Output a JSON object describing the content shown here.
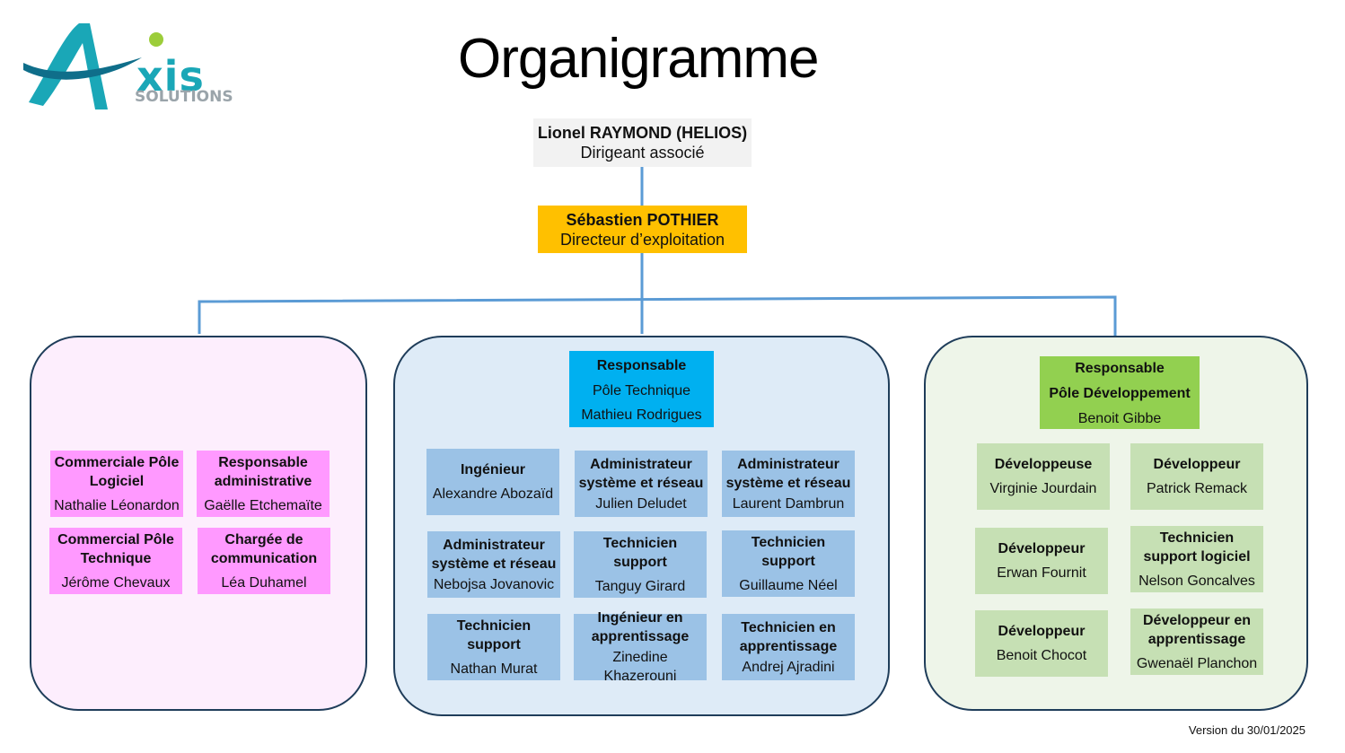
{
  "title": "Organigramme",
  "logo": {
    "name": "xis",
    "sub": "SOLUTIONS"
  },
  "version": "Version du 30/01/2025",
  "colors": {
    "connector": "#5b9bd5",
    "director_box": "#f2f2f2",
    "manager_box": "#ffc000",
    "tech_head": "#00b0f0",
    "dev_head": "#92d050",
    "pink_box": "#ff99ff",
    "blue_box": "#9bc2e6",
    "green_box": "#c6e0b4",
    "panel_left": "#fdeefd",
    "panel_center": "#deebf7",
    "panel_right": "#eef5e9"
  },
  "top": {
    "name": "Lionel RAYMOND (HELIOS)",
    "role": "Dirigeant associé"
  },
  "manager": {
    "name": "Sébastien POTHIER",
    "role": "Directeur d’exploitation"
  },
  "admin": {
    "members": [
      {
        "role": "Commerciale Pôle Logiciel",
        "name": "Nathalie Léonardon"
      },
      {
        "role": "Responsable administrative",
        "name": "Gaëlle Etchemaïte"
      },
      {
        "role": "Commercial Pôle Technique",
        "name": "Jérôme Chevaux"
      },
      {
        "role": "Chargée de communication",
        "name": "Léa Duhamel"
      }
    ]
  },
  "tech": {
    "head": {
      "role1": "Responsable",
      "role2": "Pôle Technique",
      "name": "Mathieu Rodrigues"
    },
    "members": [
      {
        "role": "Ingénieur",
        "name": "Alexandre Abozaïd"
      },
      {
        "role": "Administrateur système et réseau",
        "name": "Julien Deludet"
      },
      {
        "role": "Administrateur système et réseau",
        "name": "Laurent Dambrun"
      },
      {
        "role": "Administrateur système et réseau",
        "name": "Nebojsa Jovanovic"
      },
      {
        "role": "Technicien support",
        "name": "Tanguy Girard"
      },
      {
        "role": "Technicien support",
        "name": "Guillaume Néel"
      },
      {
        "role": "Technicien support",
        "name": "Nathan Murat"
      },
      {
        "role": "Ingénieur en apprentissage",
        "name": "Zinedine Khazerouni"
      },
      {
        "role": "Technicien en apprentissage",
        "name": "Andrej Ajradini"
      }
    ]
  },
  "dev": {
    "head": {
      "role1": "Responsable",
      "role2": "Pôle Développement",
      "name": "Benoit Gibbe"
    },
    "members": [
      {
        "role": "Développeuse",
        "name": "Virginie Jourdain"
      },
      {
        "role": "Développeur",
        "name": "Patrick Remack"
      },
      {
        "role": "Développeur",
        "name": "Erwan Fournit"
      },
      {
        "role": "Technicien support logiciel",
        "name": "Nelson Goncalves"
      },
      {
        "role": "Développeur",
        "name": "Benoit Chocot"
      },
      {
        "role": "Développeur en apprentissage",
        "name": "Gwenaël Planchon"
      }
    ]
  }
}
